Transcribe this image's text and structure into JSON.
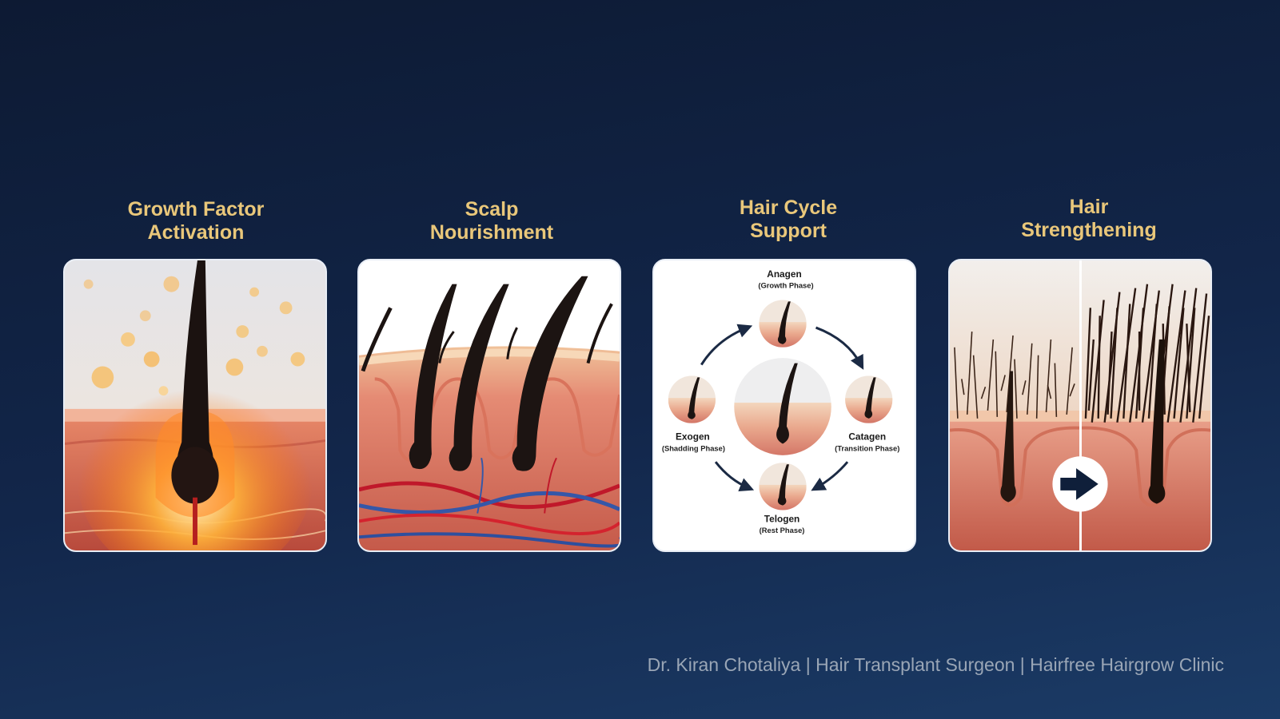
{
  "cards": [
    {
      "title_line1": "Growth Factor",
      "title_line2": "Activation"
    },
    {
      "title_line1": "Scalp",
      "title_line2": "Nourishment"
    },
    {
      "title_line1": "Hair Cycle",
      "title_line2": "Support"
    },
    {
      "title_line1": "Hair",
      "title_line2": "Strengthening"
    }
  ],
  "hair_cycle": {
    "anagen": "Anagen",
    "anagen_sub": "(Growth Phase)",
    "catagen": "Catagen",
    "catagen_sub": "(Transition Phase)",
    "telogen": "Telogen",
    "telogen_sub": "(Rest Phase)",
    "exogen": "Exogen",
    "exogen_sub": "(Shadding Phase)"
  },
  "footer": "Dr. Kiran Chotaliya | Hair Transplant Surgeon | Hairfree Hairgrow Clinic",
  "colors": {
    "title": "#e9c77a",
    "background": "#12264a"
  },
  "icons": {
    "strengthening_arrow": "arrow-right-icon"
  }
}
